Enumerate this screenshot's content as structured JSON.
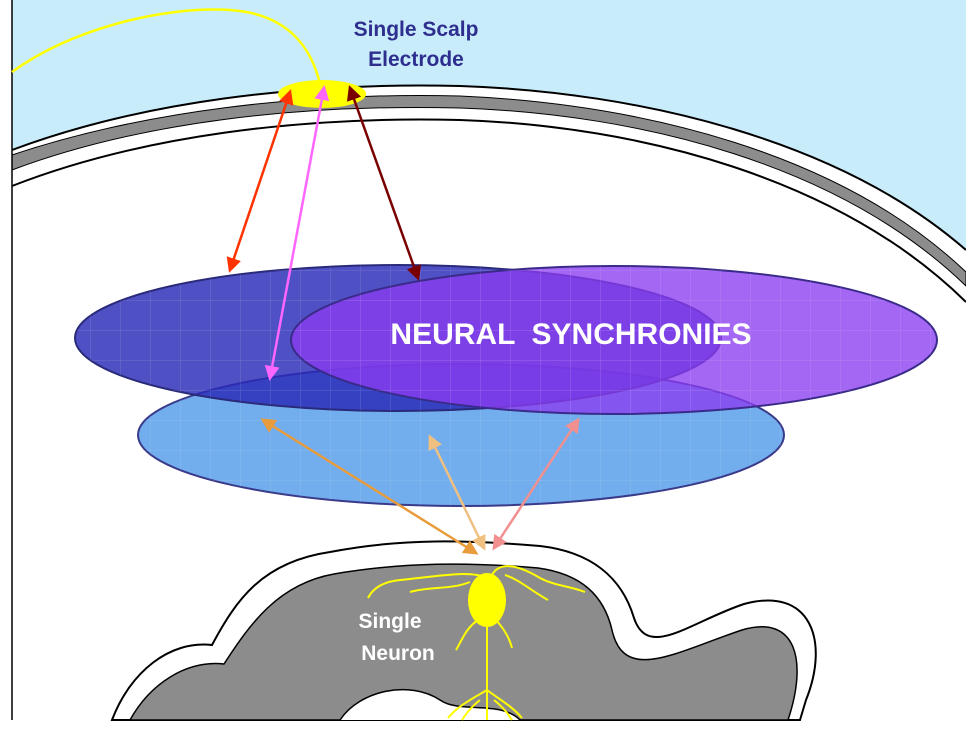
{
  "labels": {
    "electrode_line1": "Single Scalp",
    "electrode_line2": "Electrode",
    "synchronies": "NEURAL  SYNCHRONIES",
    "neuron_line1": "Single",
    "neuron_line2": "Neuron"
  },
  "colors": {
    "scalp": "#c9ecfb",
    "skull_band": "#8c8c8c",
    "cortex": "#8c8c8c",
    "electrode": "#ffff00",
    "neuron": "#ffff00",
    "electrode_text": "#2e2e8f",
    "synchrony_text": "#ffffff",
    "neuron_text": "#ffffff",
    "ellipse_left": "#2a2ab8",
    "ellipse_right": "#8a3cf0",
    "ellipse_bottom": "#5fa2ea",
    "arrow_top_1": "#ff3300",
    "arrow_top_2": "#ff66ff",
    "arrow_top_3": "#7a0000",
    "arrow_bottom_1": "#e89c3c",
    "arrow_bottom_2": "#f0c080",
    "arrow_bottom_3": "#f29090"
  }
}
